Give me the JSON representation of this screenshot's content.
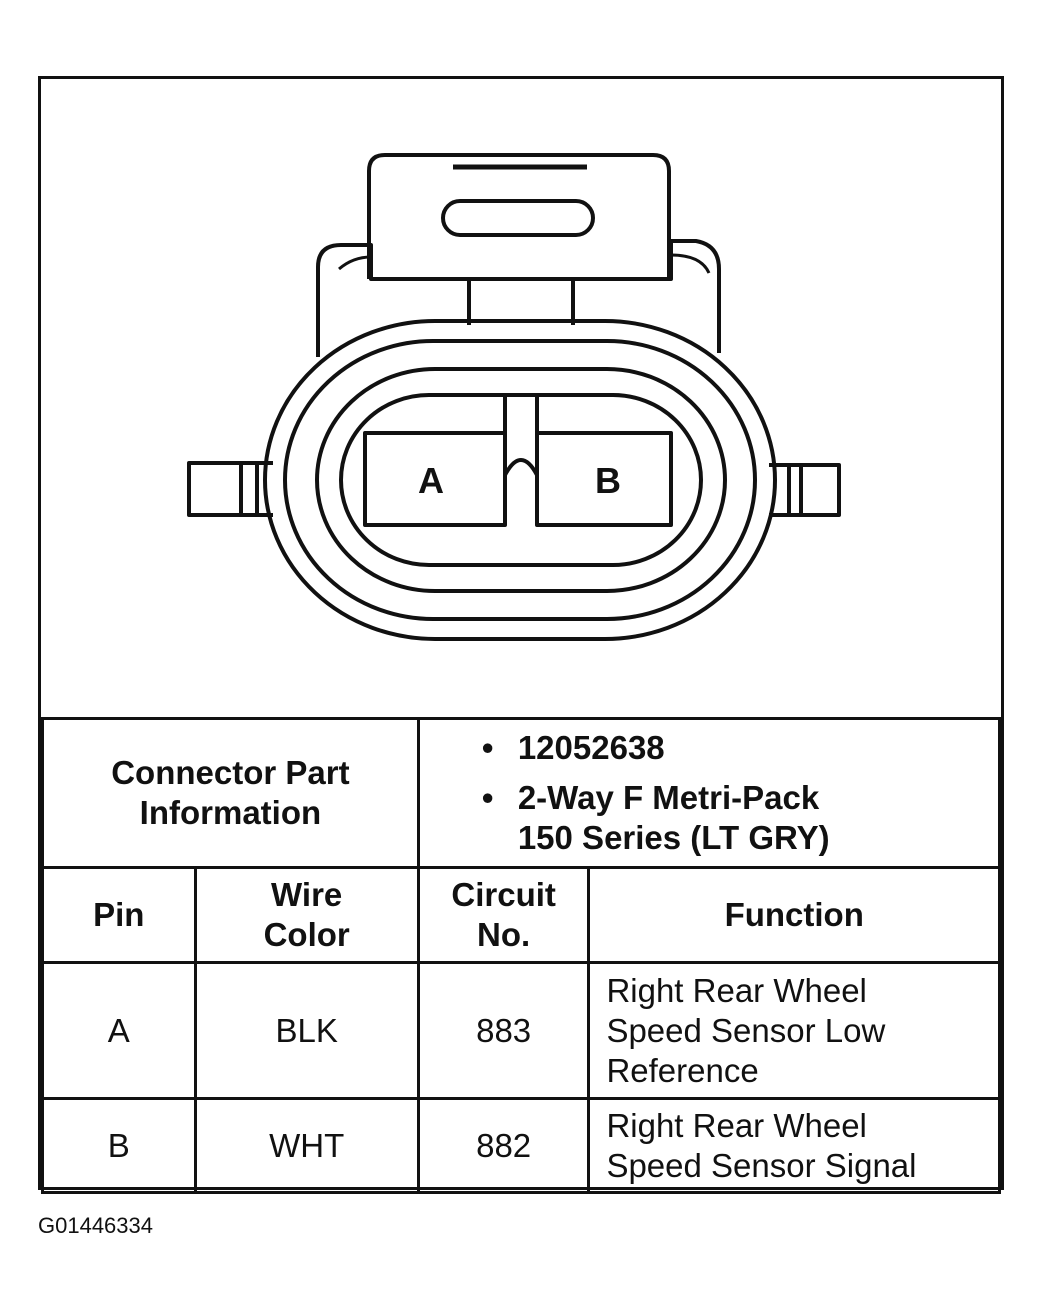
{
  "connector": {
    "pin_a_label": "A",
    "pin_b_label": "B"
  },
  "part_info": {
    "label_line1": "Connector Part",
    "label_line2": "Information",
    "bullet_symbol": "•",
    "part_number": "12052638",
    "description_line1": "2-Way F Metri-Pack",
    "description_line2": "150 Series (LT GRY)"
  },
  "table": {
    "headers": {
      "pin": "Pin",
      "wire_color_1": "Wire",
      "wire_color_2": "Color",
      "circuit_1": "Circuit",
      "circuit_2": "No.",
      "function": "Function"
    },
    "rows": [
      {
        "pin": "A",
        "wire_color": "BLK",
        "circuit": "883",
        "function_lines": [
          "Right Rear Wheel",
          "Speed Sensor Low",
          "Reference"
        ]
      },
      {
        "pin": "B",
        "wire_color": "WHT",
        "circuit": "882",
        "function_lines": [
          "Right Rear Wheel",
          "Speed Sensor Signal"
        ]
      }
    ]
  },
  "figure_id": "G01446334"
}
